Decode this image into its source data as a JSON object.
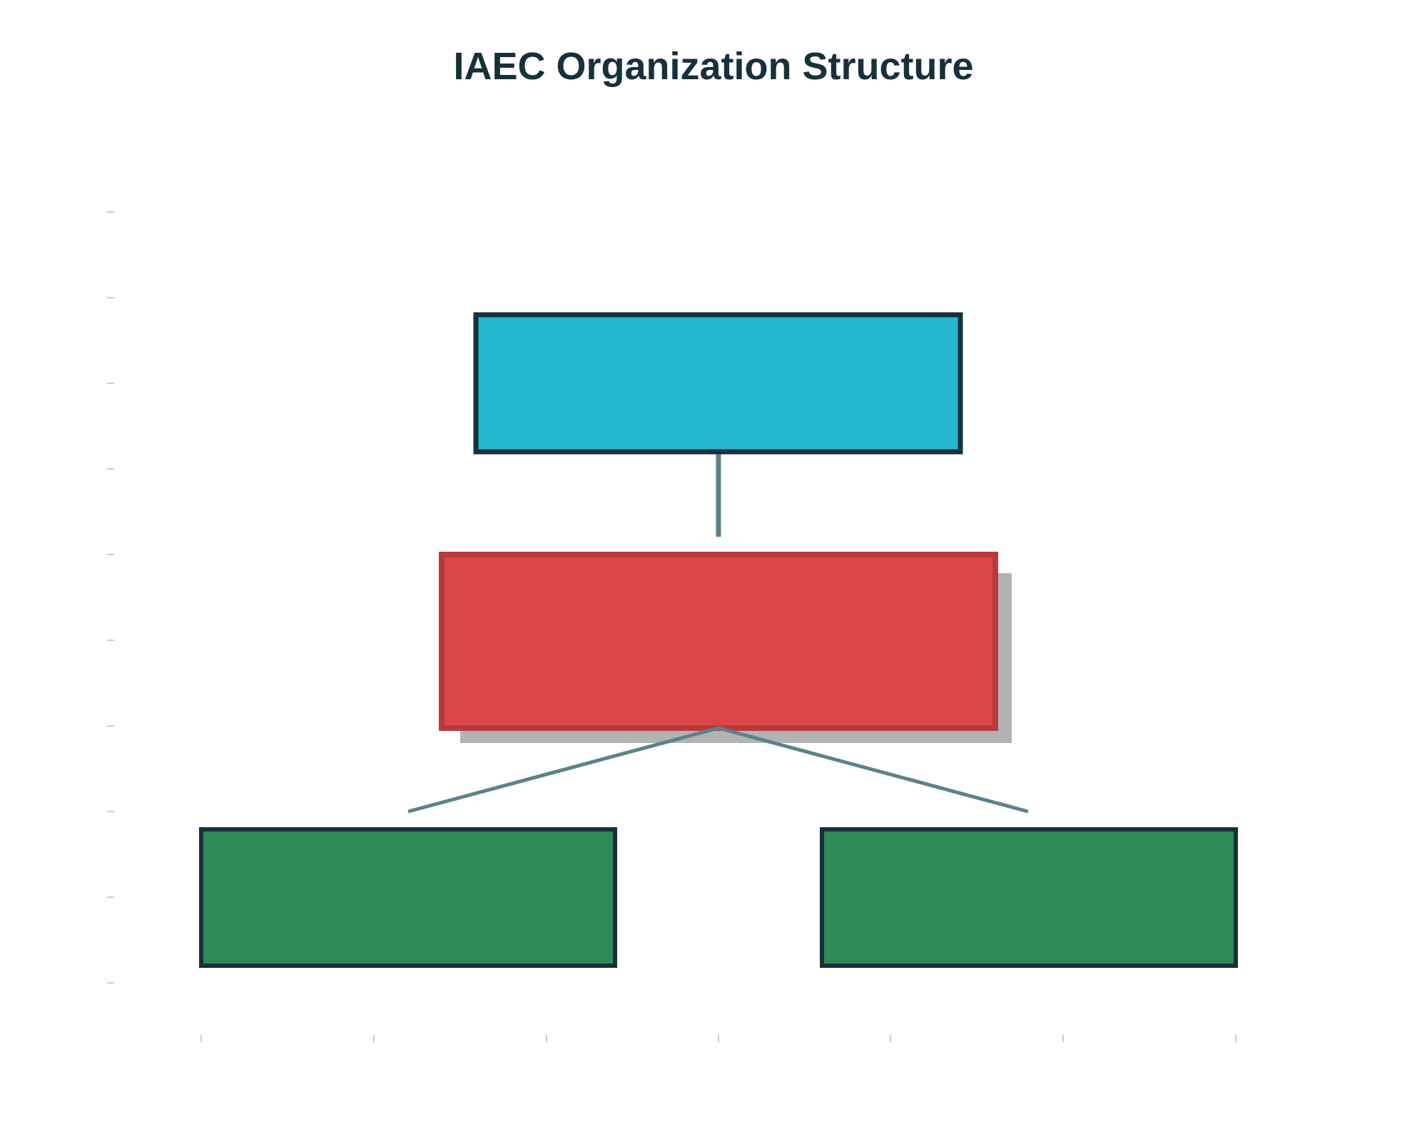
{
  "title": "IAEC Organization Structure",
  "colors": {
    "title": "#17313b",
    "top_node_fill": "#22b7cd",
    "middle_node_fill": "#db4748",
    "middle_node_border": "#b83a3b",
    "bottom_node_fill": "#2e8b58",
    "node_border": "#17313b",
    "connector": "#5d8288",
    "shadow": "#b3b3b3",
    "tick": "#cccccc"
  },
  "nodes": [
    {
      "id": "top",
      "level": 0,
      "label": ""
    },
    {
      "id": "middle",
      "level": 1,
      "label": ""
    },
    {
      "id": "bottom-left",
      "level": 2,
      "label": ""
    },
    {
      "id": "bottom-right",
      "level": 2,
      "label": ""
    }
  ],
  "edges": [
    {
      "from": "top",
      "to": "middle"
    },
    {
      "from": "middle",
      "to": "bottom-left"
    },
    {
      "from": "middle",
      "to": "bottom-right"
    }
  ]
}
